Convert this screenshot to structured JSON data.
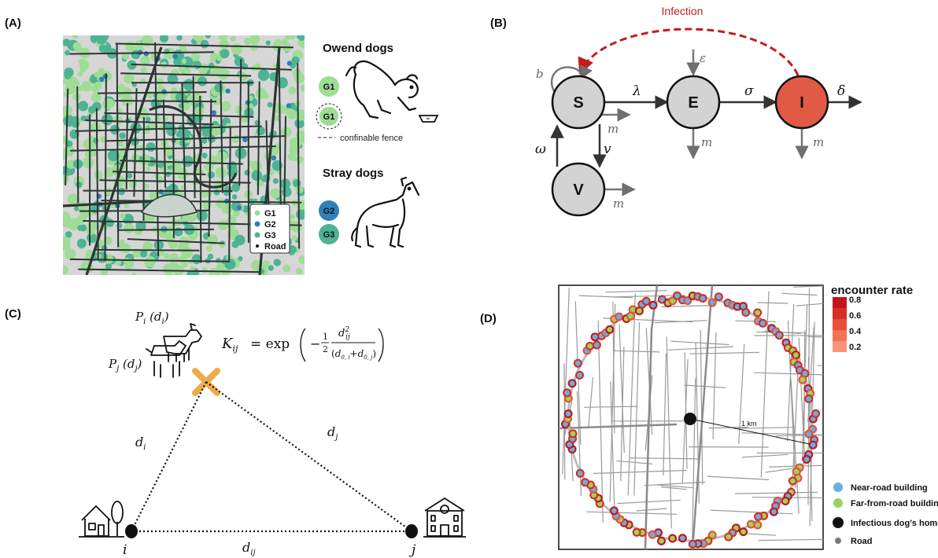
{
  "panel_labels": {
    "a": "(A)",
    "b": "(B)",
    "c": "(C)",
    "d": "(D)"
  },
  "panel_a": {
    "owned_heading": "Owend dogs",
    "owned_badge_1": "G1",
    "owned_badge_2": "G1",
    "fence_label": "confinable fence",
    "stray_heading": "Stray dogs",
    "stray_badge_1": "G2",
    "stray_badge_2": "G3",
    "map_legend": [
      {
        "label": "G1",
        "color": "#9fdc95"
      },
      {
        "label": "G2",
        "color": "#2f7fb9"
      },
      {
        "label": "G3",
        "color": "#4db393"
      },
      {
        "label": "Road",
        "color": "#111111"
      }
    ]
  },
  "panel_b": {
    "infection_label": "Infection",
    "nodes": {
      "s": "S",
      "e": "E",
      "i": "I",
      "v": "V"
    },
    "birth": "b",
    "lambda": "λ",
    "sigma": "σ",
    "delta": "δ",
    "epsilon": "ε",
    "omega": "ω",
    "nu": "v",
    "mortality": "m",
    "colors": {
      "node": "#d3d3d3",
      "infected": "#e05a45",
      "infection_arc": "#cc1f1f"
    }
  },
  "panel_c": {
    "p_i": "P",
    "p_i_sub": "i",
    "p_i_arg": " (d",
    "p_i_arg_sub": "i",
    "p_j": "P",
    "p_j_sub": "j",
    "p_j_arg": " (d",
    "p_j_arg_sub": "j",
    "kernel_lhs": "K",
    "kernel_lhs_sub": "ij",
    "kernel_eq": "=  exp",
    "kernel_half": "1",
    "kernel_half_den": "2",
    "kernel_num": "d",
    "kernel_num_sub": "ij",
    "kernel_num_sup": "2",
    "kernel_den": "d",
    "kernel_den_sub_i": "0, i",
    "kernel_den_sub_j": "0, j",
    "d_i": "d",
    "d_i_sub": "i",
    "d_j": "d",
    "d_j_sub": "j",
    "d_ij": "d",
    "d_ij_sub": "ij",
    "node_i": "i",
    "node_j": "j"
  },
  "panel_d": {
    "colorbar_title": "encounter rate",
    "colorbar_ticks": [
      "0.8",
      "0.6",
      "0.4",
      "0.2"
    ],
    "colorbar_colors": [
      "#c2141a",
      "#d62d24",
      "#e84e3a",
      "#f27252",
      "#f9937a"
    ],
    "radius_label": "1 km",
    "legend": [
      {
        "label": "Near-road building",
        "color": "#6aaee0"
      },
      {
        "label": "Far-from-road building",
        "color": "#9cd45a"
      },
      {
        "label": "Infectious dog’s home",
        "color": "#111111"
      },
      {
        "label": "Road",
        "color": "#7a7a7a"
      }
    ]
  }
}
